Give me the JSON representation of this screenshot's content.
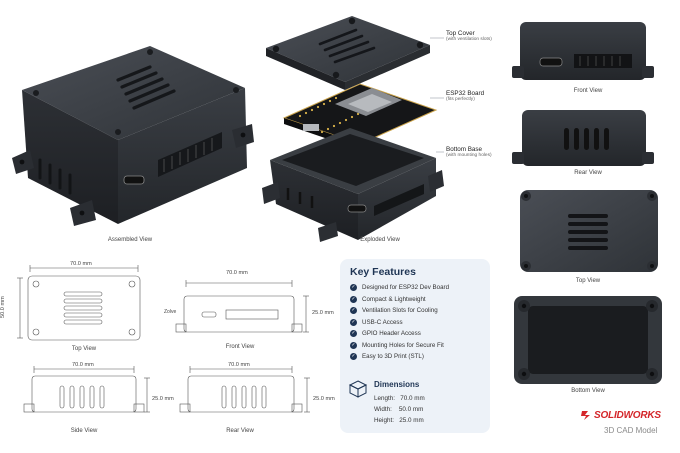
{
  "views": {
    "assembled": "Assembled View",
    "exploded": "Exploded View",
    "front_view": "Front View",
    "rear_view": "Rear View",
    "top_view": "Top View",
    "bottom_view": "Bottom View"
  },
  "callouts": [
    {
      "title": "Top Cover",
      "sub": "(with ventilation slots)"
    },
    {
      "title": "ESP32 Board",
      "sub": "(fits perfectly)"
    },
    {
      "title": "Bottom Base",
      "sub": "(with mounting holes)"
    }
  ],
  "drawings": {
    "top_view_label": "Top View",
    "front_view_label": "Front View",
    "side_view_label": "Side View",
    "rear_view_label": "Rear View",
    "width_70": "70.0 mm",
    "depth_50": "50.0 mm",
    "height_25": "25.0 mm",
    "front_side_mark": "Zolve"
  },
  "key_features": {
    "title": "Key Features",
    "items": [
      "Designed for ESP32 Dev Board",
      "Compact & Lightweight",
      "Ventilation Slots for Cooling",
      "USB-C Access",
      "GPIO Header Access",
      "Mounting Holes for Secure Fit",
      "Easy to 3D Print (STL)"
    ]
  },
  "dimensions": {
    "title": "Dimensions",
    "length": "Length:   70.0 mm",
    "width": "Width:    50.0 mm",
    "height": "Height:   25.0 mm"
  },
  "brand": {
    "logo": "SOLIDWORKS",
    "subtitle": "3D CAD Model"
  }
}
